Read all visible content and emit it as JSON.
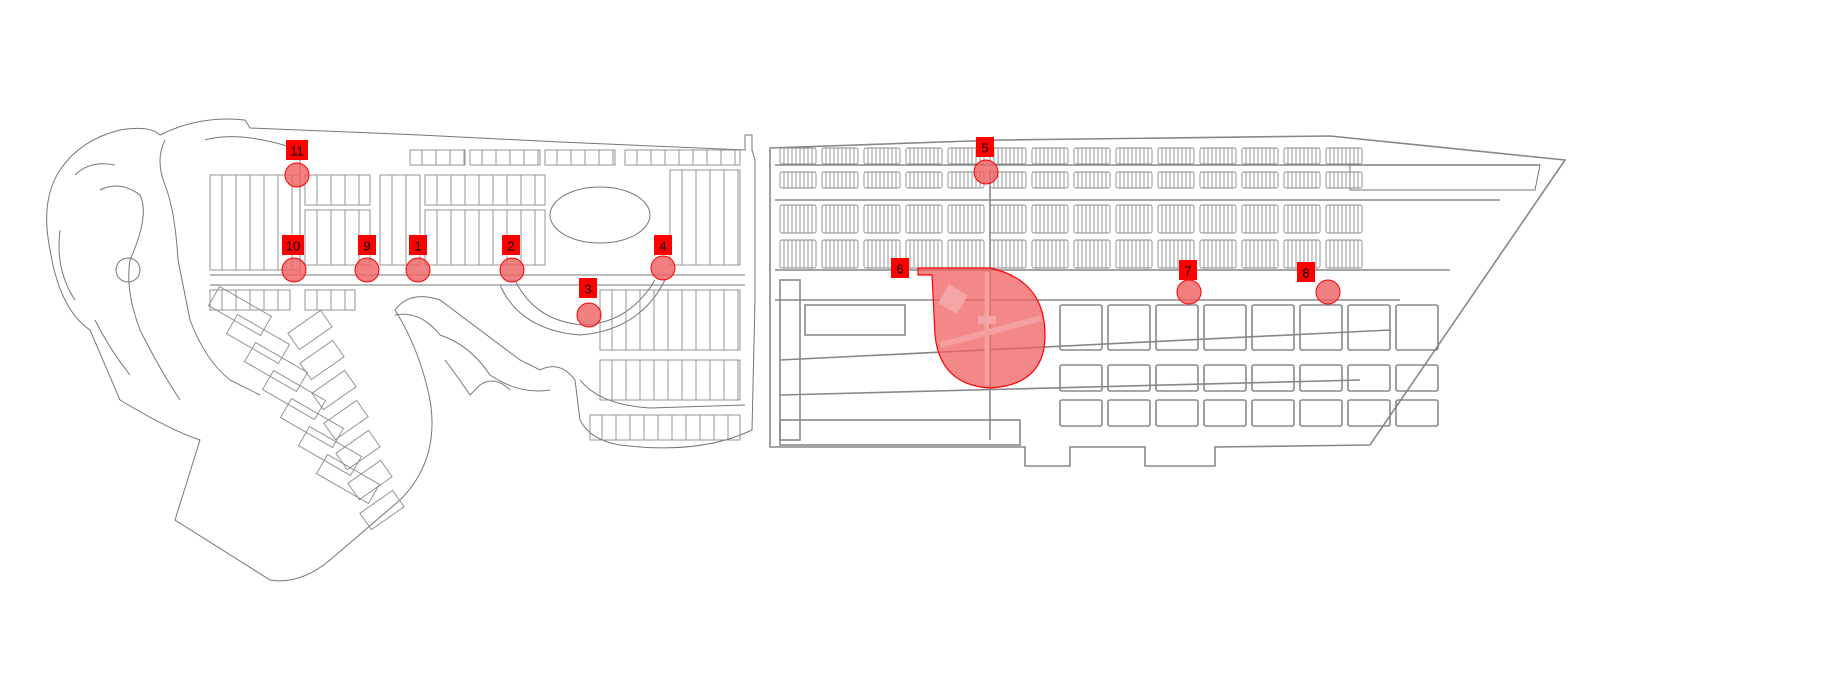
{
  "map": {
    "accent_color": "#ff0000",
    "zone_color": "#f06060",
    "markers": [
      {
        "label": "1"
      },
      {
        "label": "2"
      },
      {
        "label": "3"
      },
      {
        "label": "4"
      },
      {
        "label": "5"
      },
      {
        "label": "6"
      },
      {
        "label": "7"
      },
      {
        "label": "8"
      },
      {
        "label": "9"
      },
      {
        "label": "10"
      },
      {
        "label": "11"
      }
    ]
  }
}
